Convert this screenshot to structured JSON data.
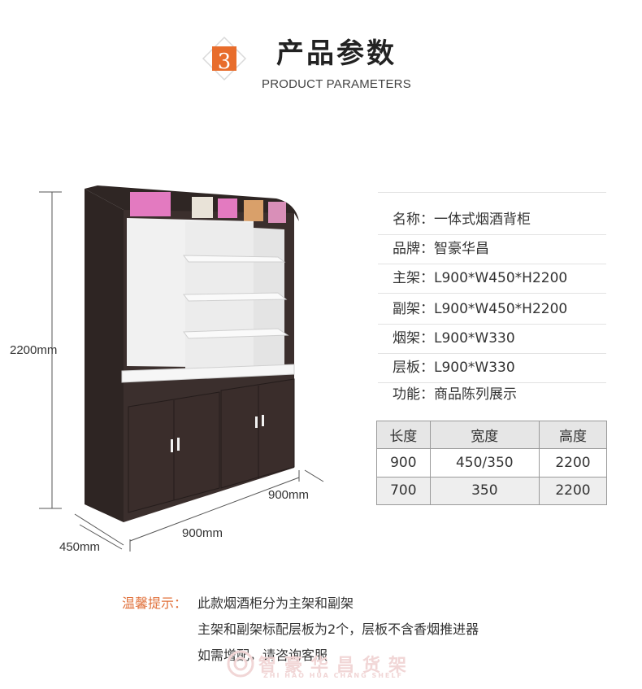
{
  "header": {
    "number": "3",
    "title": "产品参数",
    "subtitle": "PRODUCT PARAMETERS"
  },
  "dimensions": {
    "height": "2200mm",
    "front_width": "900mm",
    "side_width": "900mm",
    "depth": "450mm"
  },
  "specs": [
    "名称：一体式烟酒背柜",
    "品牌：智豪华昌",
    "主架：L900*W450*H2200",
    "副架：L900*W450*H2200",
    "烟架：L900*W330",
    "层板：L900*W330",
    "功能：商品陈列展示"
  ],
  "size_table": {
    "headers": [
      "长度",
      "宽度",
      "高度"
    ],
    "rows": [
      [
        "900",
        "450/350",
        "2200"
      ],
      [
        "700",
        "350",
        "2200"
      ]
    ]
  },
  "note": {
    "label": "温馨提示：",
    "lines": [
      "此款烟酒柜分为主架和副架",
      "主架和副架标配层板为2个，层板不含香烟推进器",
      "如需增配，请咨询客服"
    ]
  },
  "watermark": {
    "text": "智豪华昌货架",
    "sub": "ZHI HAO HUA CHANG SHELF"
  },
  "colors": {
    "accent": "#e86d2c",
    "pink": "#e37ac0",
    "cabinet": "#3b2f2d",
    "note_label": "#e0703a"
  }
}
